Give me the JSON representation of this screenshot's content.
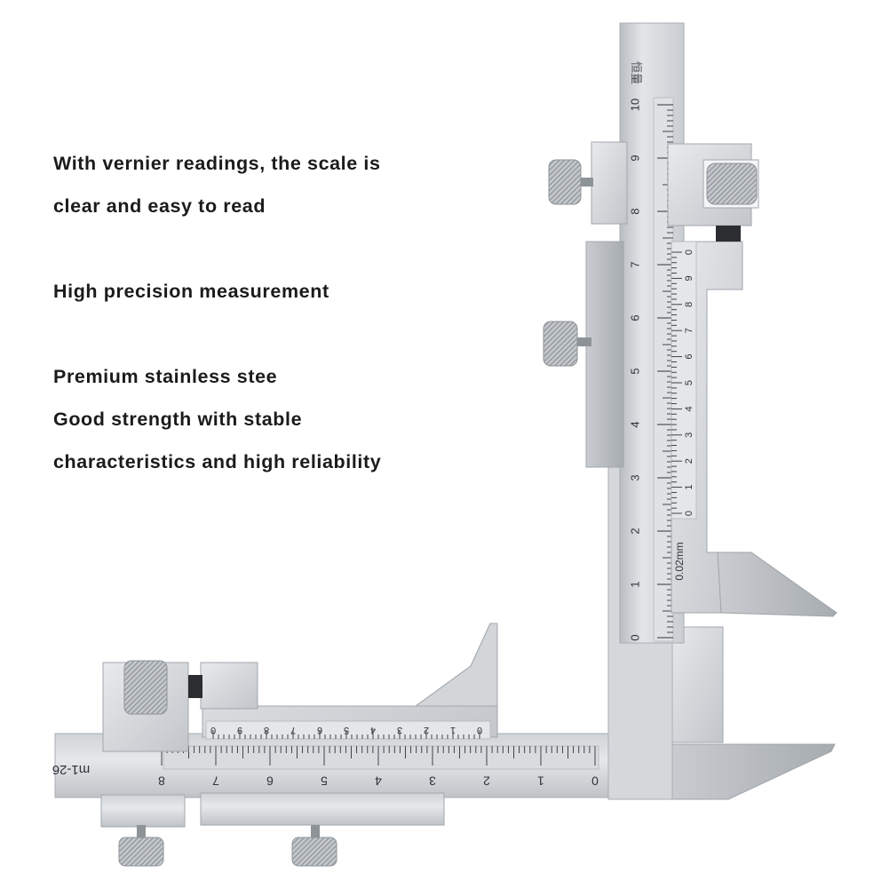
{
  "features": {
    "line1": "With vernier readings, the scale is",
    "line2": "clear and easy to read",
    "line3": "High precision measurement",
    "line4": "Premium stainless stee",
    "line5": "Good strength with stable",
    "line6": "characteristics and high reliability"
  },
  "product": {
    "vertical_main_scale": [
      "0",
      "1",
      "2",
      "3",
      "4",
      "5",
      "6",
      "7",
      "8",
      "9",
      "10"
    ],
    "vertical_vernier_scale": [
      "0",
      "1",
      "2",
      "3",
      "4",
      "5",
      "6",
      "7",
      "8",
      "9",
      "0"
    ],
    "resolution_label": "0.02mm",
    "horizontal_main_scale": [
      "0",
      "1",
      "2",
      "3",
      "4",
      "5",
      "6",
      "7",
      "8"
    ],
    "horizontal_vernier_scale": [
      "0",
      "1",
      "2",
      "3",
      "4",
      "5",
      "6",
      "7",
      "8",
      "9",
      "0"
    ],
    "model_label": "m1-26",
    "brand_mark": "恒量"
  },
  "colors": {
    "steel_light": "#dcdfe2",
    "steel_mid": "#c4c8cc",
    "steel_dark": "#9fa4a9",
    "engraving": "#2f3338"
  }
}
